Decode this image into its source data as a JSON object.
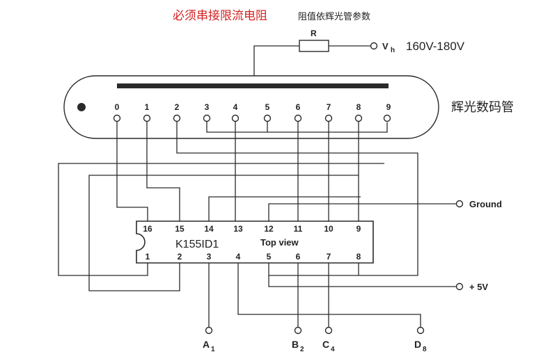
{
  "header": {
    "warning": "必须串接限流电阻",
    "note": "阻值依辉光管参数",
    "warning_color": "#d42020"
  },
  "resistor": {
    "label": "R"
  },
  "supply": {
    "vh_label": "V",
    "vh_sub": "h",
    "vh_range": "160V-180V"
  },
  "tube": {
    "label": "辉光数码管",
    "pins": [
      "0",
      "1",
      "2",
      "3",
      "4",
      "5",
      "6",
      "7",
      "8",
      "9"
    ]
  },
  "ic": {
    "name": "K155ID1",
    "view": "Top view",
    "top_pins": [
      "16",
      "15",
      "14",
      "13",
      "12",
      "11",
      "10",
      "9"
    ],
    "bottom_pins": [
      "1",
      "2",
      "3",
      "4",
      "5",
      "6",
      "7",
      "8"
    ]
  },
  "terminals": {
    "ground": "Ground",
    "plus5v": "+ 5V",
    "inputs": [
      {
        "letter": "A",
        "sub": "1"
      },
      {
        "letter": "B",
        "sub": "2"
      },
      {
        "letter": "C",
        "sub": "4"
      },
      {
        "letter": "D",
        "sub": "8"
      }
    ]
  }
}
